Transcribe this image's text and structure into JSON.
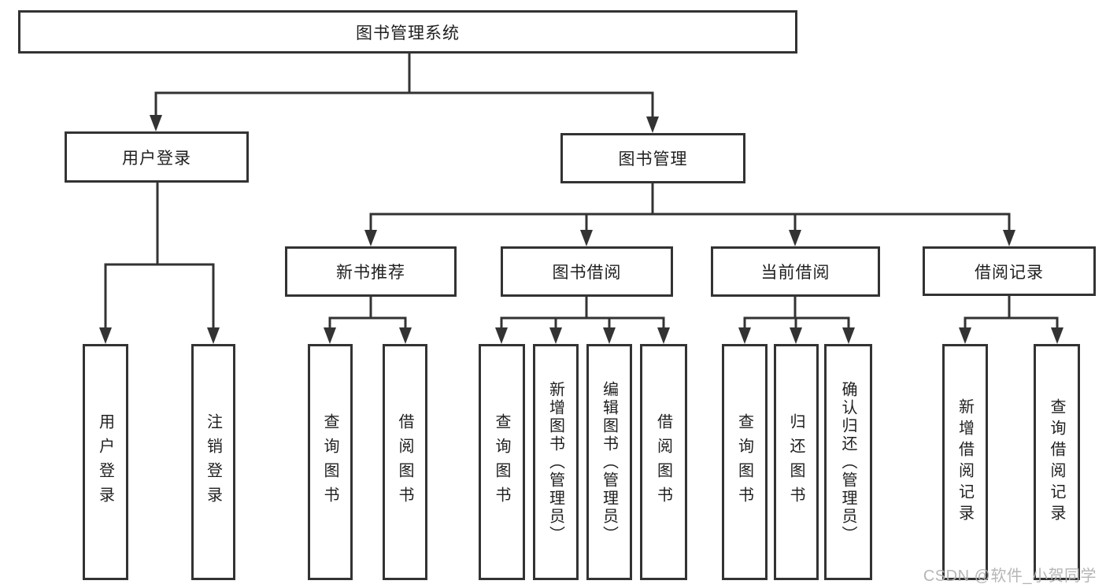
{
  "diagram": {
    "title": "图书管理系统",
    "root": {
      "label": "图书管理系统"
    },
    "level1": [
      {
        "label": "用户登录",
        "children": [
          {
            "label": "用户登录"
          },
          {
            "label": "注销登录"
          }
        ]
      },
      {
        "label": "图书管理",
        "children": [
          {
            "label": "新书推荐",
            "children": [
              {
                "label": "查询图书"
              },
              {
                "label": "借阅图书"
              }
            ]
          },
          {
            "label": "图书借阅",
            "children": [
              {
                "label": "查询图书"
              },
              {
                "label": "新增图书（管理员）"
              },
              {
                "label": "编辑图书（管理员）"
              },
              {
                "label": "借阅图书"
              }
            ]
          },
          {
            "label": "当前借阅",
            "children": [
              {
                "label": "查询图书"
              },
              {
                "label": "归还图书"
              },
              {
                "label": "确认归还（管理员）"
              }
            ]
          },
          {
            "label": "借阅记录",
            "children": [
              {
                "label": "新增借阅记录"
              },
              {
                "label": "查询借阅记录"
              }
            ]
          }
        ]
      }
    ]
  },
  "watermark": {
    "text": "CSDN @软件_小贺同学"
  },
  "colors": {
    "line": "#333333",
    "box_border": "#333333",
    "box_fill": "#ffffff",
    "text": "#1f1f1f",
    "watermark": "#b2b2b2",
    "background": "#ffffff"
  }
}
